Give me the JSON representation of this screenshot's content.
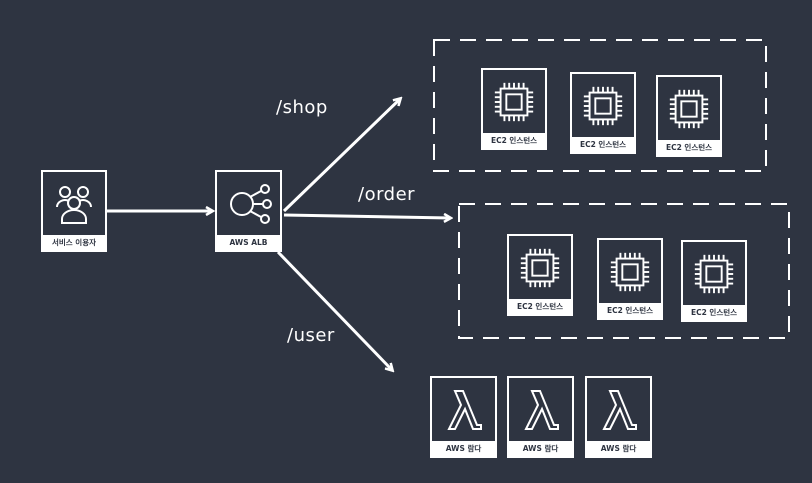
{
  "background": "#2e3441",
  "foreground": "#ffffff",
  "user": {
    "label": "서비스 이용자",
    "icon": "users-icon"
  },
  "alb": {
    "label": "AWS ALB",
    "icon": "load-balancer-icon"
  },
  "routes": [
    {
      "path": "/shop",
      "target": "shop-group"
    },
    {
      "path": "/order",
      "target": "order-group"
    },
    {
      "path": "/user",
      "target": "lambda-group"
    }
  ],
  "shop_group": {
    "instances": [
      {
        "label": "EC2 인스턴스",
        "icon": "chip-icon"
      },
      {
        "label": "EC2 인스턴스",
        "icon": "chip-icon"
      },
      {
        "label": "EC2 인스턴스",
        "icon": "chip-icon"
      }
    ]
  },
  "order_group": {
    "instances": [
      {
        "label": "EC2 인스턴스",
        "icon": "chip-icon"
      },
      {
        "label": "EC2 인스턴스",
        "icon": "chip-icon"
      },
      {
        "label": "EC2 인스턴스",
        "icon": "chip-icon"
      }
    ]
  },
  "lambda_group": {
    "functions": [
      {
        "label": "AWS 람다",
        "icon": "lambda-icon"
      },
      {
        "label": "AWS 람다",
        "icon": "lambda-icon"
      },
      {
        "label": "AWS 람다",
        "icon": "lambda-icon"
      }
    ]
  }
}
